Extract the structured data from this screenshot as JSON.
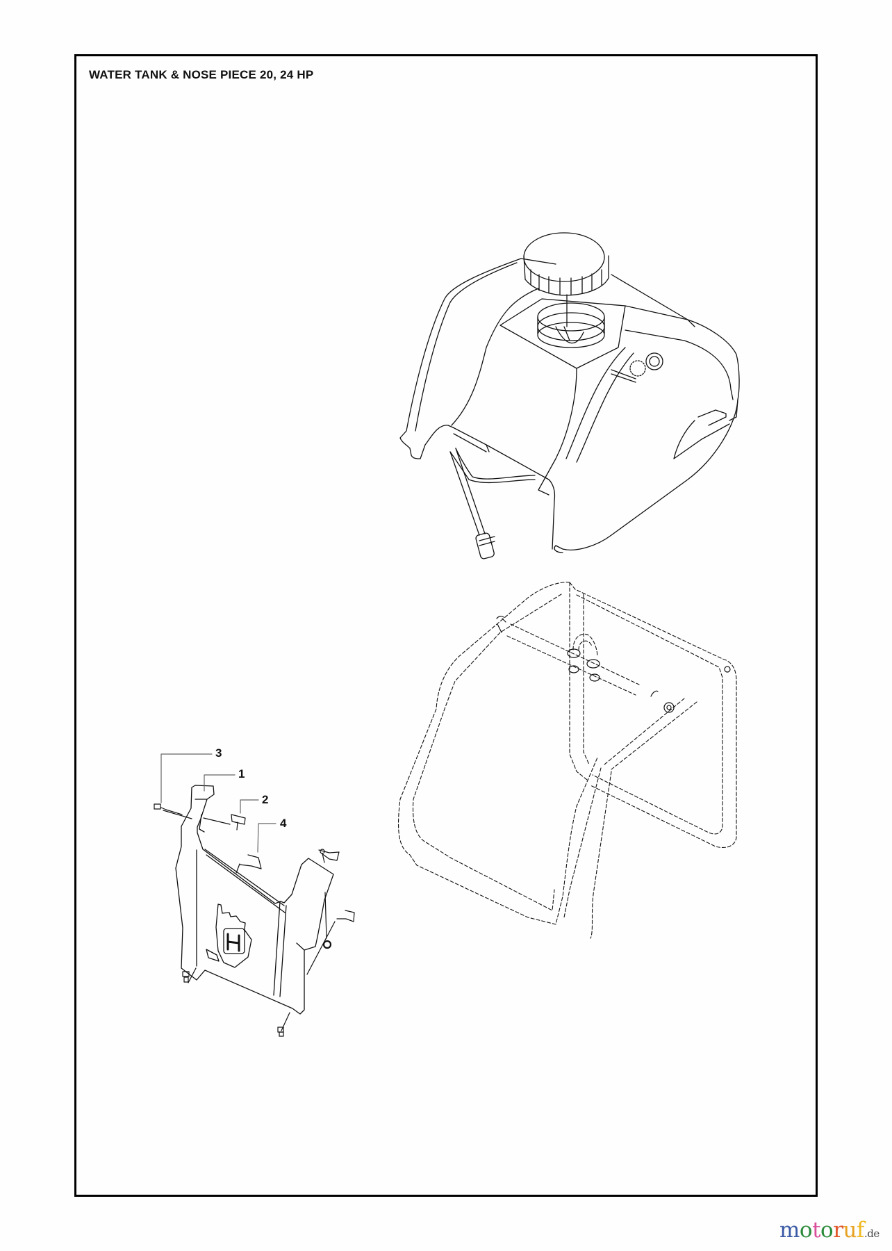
{
  "diagram": {
    "title": "WATER TANK & NOSE PIECE 20, 24 HP",
    "parts": [
      {
        "id": "1",
        "label": "1",
        "name": "nose-piece"
      },
      {
        "id": "2",
        "label": "2",
        "name": "clip"
      },
      {
        "id": "3",
        "label": "3",
        "name": "screw"
      },
      {
        "id": "4",
        "label": "4",
        "name": "clip"
      }
    ],
    "components": [
      "water-tank",
      "tank-cap",
      "hose",
      "frame-dashed",
      "nose-piece"
    ]
  },
  "watermark": {
    "letters": [
      "m",
      "o",
      "t",
      "o",
      "r",
      "u",
      "f"
    ],
    "colors": [
      "#3b5aa6",
      "#2a8a3a",
      "#d94f9b",
      "#2a8a3a",
      "#e0562a",
      "#e8a020",
      "#f0b820"
    ],
    "suffix": ".de"
  },
  "colors": {
    "line": "#111111",
    "background": "#fdfefd"
  }
}
